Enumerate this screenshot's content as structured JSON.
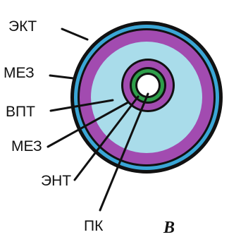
{
  "labels": {
    "ekt": "ЭКТ",
    "mez_outer": "МЕЗ",
    "vpt": "ВПТ",
    "mez_inner": "МЕЗ",
    "ent": "ЭНТ",
    "pk": "ПК"
  },
  "panel_letter": "В",
  "colors": {
    "outline": "#111111",
    "ectoderm_ring": "#3aa6d6",
    "mesoderm": "#a24bb0",
    "cavity": "#a9dcea",
    "endoderm_ring": "#2e9e4a",
    "lumen": "#ffffff"
  }
}
